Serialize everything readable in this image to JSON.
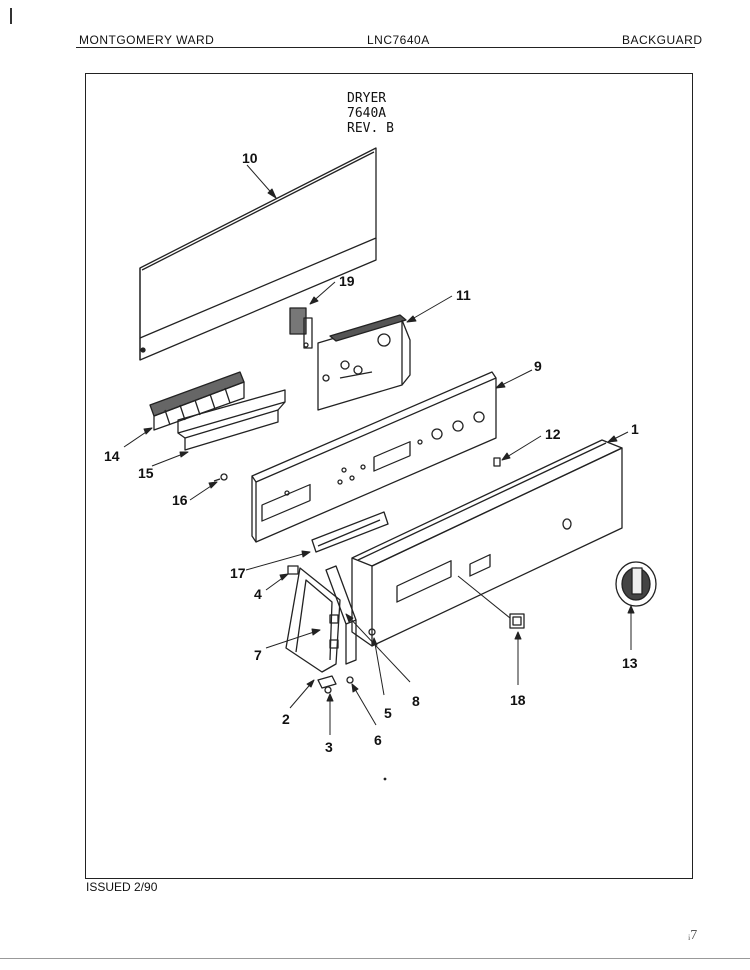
{
  "header": {
    "left": "MONTGOMERY WARD",
    "model": "LNC7640A",
    "section": "BACKGUARD"
  },
  "title": {
    "line1": "DRYER",
    "line2": "7640A",
    "line3": "REV. B"
  },
  "footer": {
    "issued": "ISSUED 2/90"
  },
  "page_mark": "ᵢ7",
  "callouts": {
    "c1": "1",
    "c2": "2",
    "c3": "3",
    "c4": "4",
    "c5": "5",
    "c6": "6",
    "c7": "7",
    "c8": "8",
    "c9": "9",
    "c10": "10",
    "c11": "11",
    "c12": "12",
    "c13": "13",
    "c14": "14",
    "c15": "15",
    "c16": "16",
    "c17": "17",
    "c18": "18",
    "c19": "19"
  }
}
